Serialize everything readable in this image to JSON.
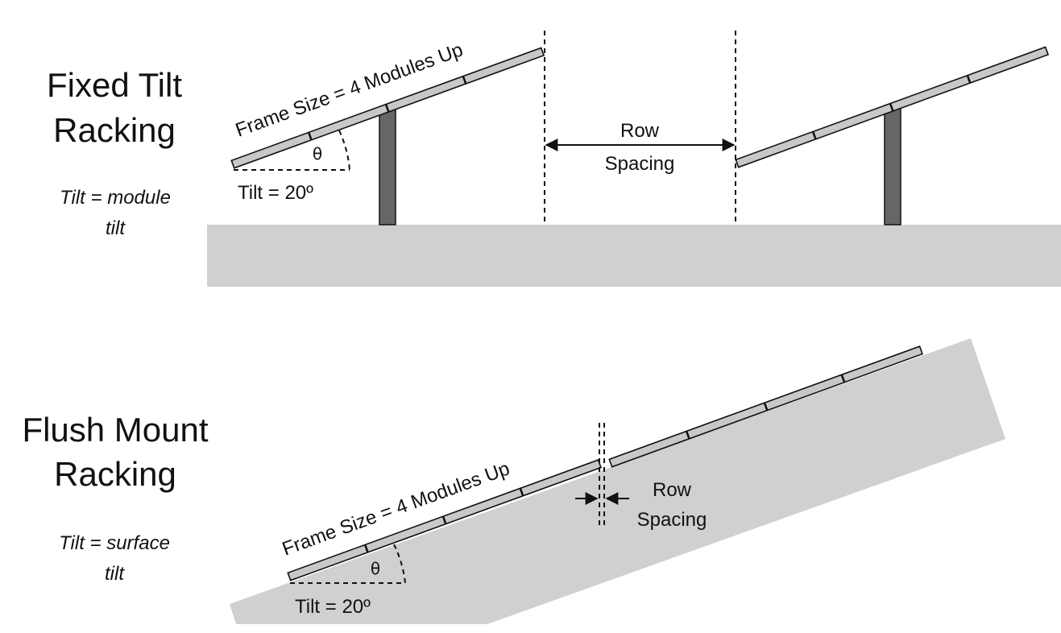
{
  "fixed": {
    "title_line1": "Fixed Tilt",
    "title_line2": "Racking",
    "note_line1": "Tilt = module",
    "note_line2": "tilt",
    "frame_label": "Frame Size = 4 Modules Up",
    "theta": "θ",
    "tilt_label": "Tilt = 20º",
    "row_spacing_line1": "Row",
    "row_spacing_line2": "Spacing"
  },
  "flush": {
    "title_line1": "Flush Mount",
    "title_line2": "Racking",
    "note_line1": "Tilt = surface",
    "note_line2": "tilt",
    "frame_label": "Frame Size = 4 Modules Up",
    "theta": "θ",
    "tilt_label": "Tilt = 20º",
    "row_spacing_line1": "Row",
    "row_spacing_line2": "Spacing"
  },
  "colors": {
    "ground": "#d0d0d0",
    "module": "#c8c8c8",
    "post": "#666666"
  }
}
